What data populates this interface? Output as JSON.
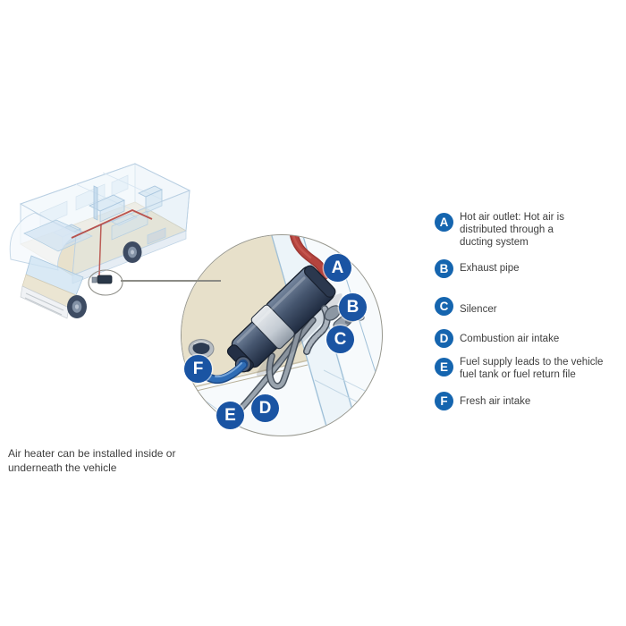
{
  "colors": {
    "legend_badge": "#1565af",
    "detail_badge": "#1a54a3",
    "text": "#3e3e3e",
    "duct_red": "#b5443e",
    "pipe_blue": "#2e6cb5",
    "beige": "#e7e0ca"
  },
  "caption": {
    "line1": "Air heater can be installed inside or",
    "line2": "underneath the vehicle"
  },
  "detail_view": {
    "badges": [
      "A",
      "B",
      "C",
      "D",
      "E",
      "F"
    ]
  },
  "legend": {
    "items": [
      {
        "letter": "A",
        "lines": [
          "Hot air outlet: Hot air is",
          "distributed through a",
          "ducting system"
        ]
      },
      {
        "letter": "B",
        "lines": [
          "Exhaust pipe"
        ]
      },
      {
        "letter": "C",
        "lines": [
          "Silencer"
        ]
      },
      {
        "letter": "D",
        "lines": [
          "Combustion air intake"
        ]
      },
      {
        "letter": "E",
        "lines": [
          "Fuel supply leads to the vehicle",
          "fuel tank or fuel return file"
        ]
      },
      {
        "letter": "F",
        "lines": [
          "Fresh air intake"
        ]
      }
    ]
  }
}
